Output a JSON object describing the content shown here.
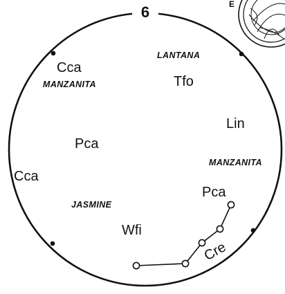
{
  "bed": {
    "number": "6"
  },
  "compass": {
    "letter": "E"
  },
  "labels": {
    "lantana": "LANTANA",
    "manzanita_left": "MANZANITA",
    "manzanita_right": "MANZANITA",
    "jasmine": "JASMINE"
  },
  "codes": {
    "cca_top": "Cca",
    "tfo": "Tfo",
    "lin": "Lin",
    "pca_center": "Pca",
    "cca_left": "Cca",
    "pca_right": "Pca",
    "wfi": "Wfi",
    "cre": "Cre"
  }
}
